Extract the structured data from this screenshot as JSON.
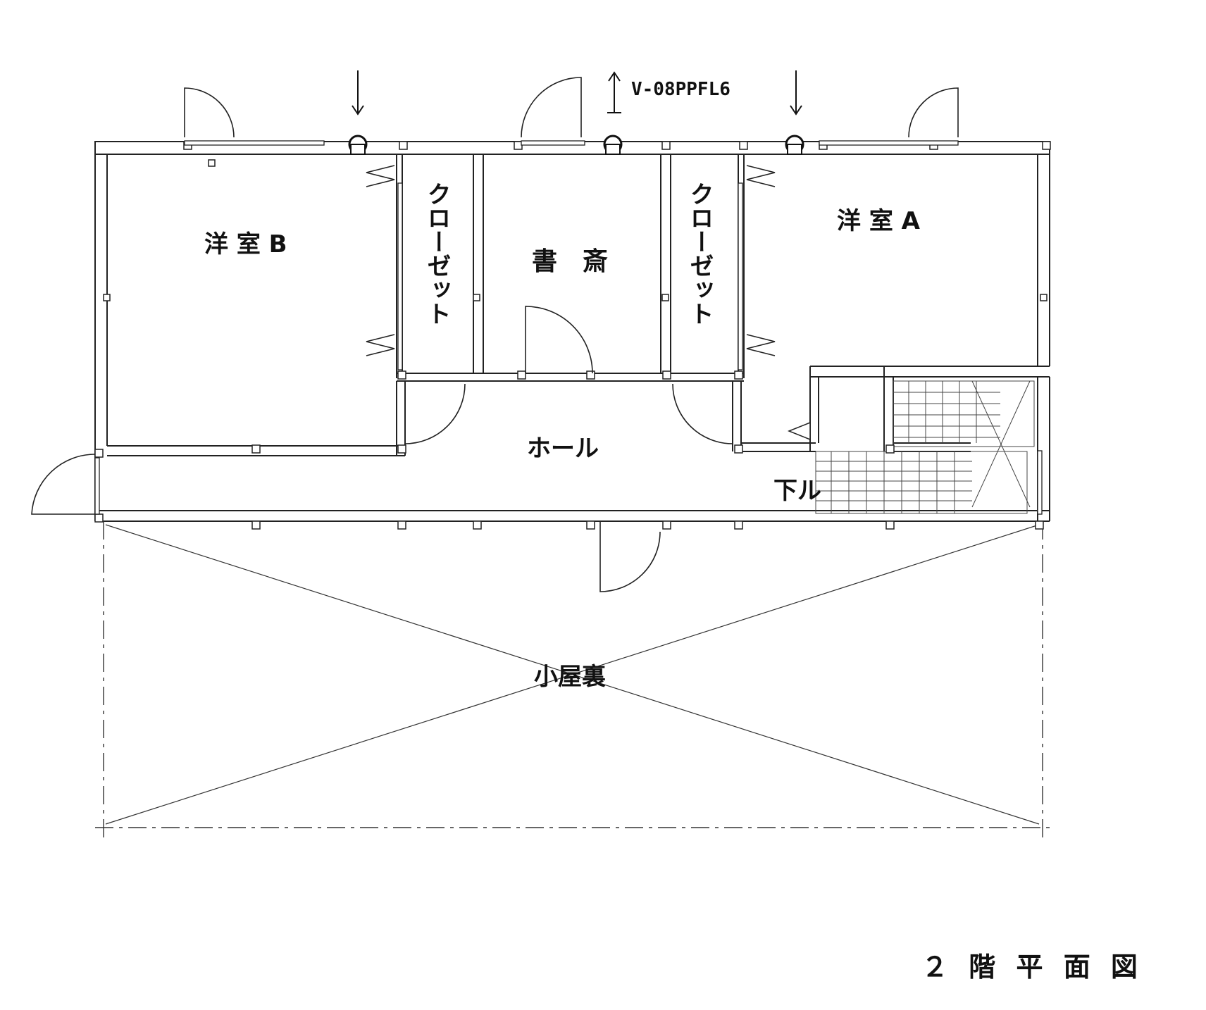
{
  "rooms": {
    "western_room_b": "洋 室 B",
    "closet_left": "クローゼット",
    "study": "書　斎",
    "closet_right": "クローゼット",
    "western_room_a": "洋 室 A",
    "hall": "ホール",
    "stairs_down": "下ル",
    "attic": "小屋裏"
  },
  "vent": {
    "model": "V-08PPFL6"
  },
  "drawing_title": "２ 階 平 面 図"
}
